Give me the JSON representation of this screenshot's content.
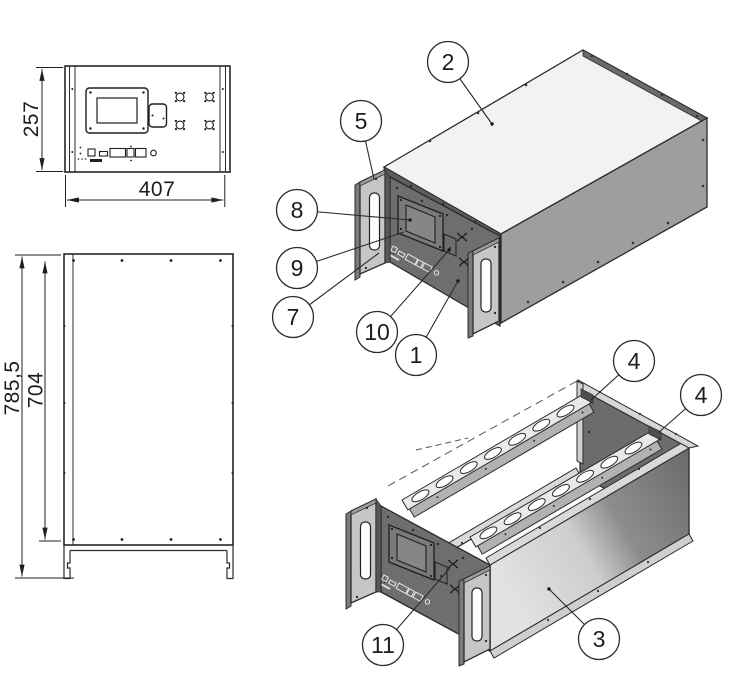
{
  "colors": {
    "background": "#ffffff",
    "line": "#2b2b2b",
    "dim_text": "#1c1c1c",
    "panel_dark": "#6e6e6e",
    "panel_strip": "#5d5d5d",
    "side_gray": "#9e9e9e",
    "top_light": "#f2f2f2",
    "ear_gray": "#c6c6c6",
    "ear_return": "#7b7b7b",
    "rail_flange": "#e9e9e9",
    "rail_web": "#b2b2b2",
    "tray_white": "#fafafa",
    "flange_light": "#d9d9d9",
    "rear_panel": "#6c6c6c"
  },
  "front_view": {
    "width_label": "407",
    "height_label": "257"
  },
  "side_view": {
    "overall_height_label": "785,5",
    "panel_height_label": "704"
  },
  "assembled_view": {
    "callouts": {
      "c2": "2",
      "c5": "5",
      "c8": "8",
      "c9": "9",
      "c7": "7",
      "c10": "10",
      "c1": "1"
    }
  },
  "chassis_view": {
    "callouts": {
      "c4a": "4",
      "c4b": "4",
      "c11": "11",
      "c3": "3"
    }
  }
}
